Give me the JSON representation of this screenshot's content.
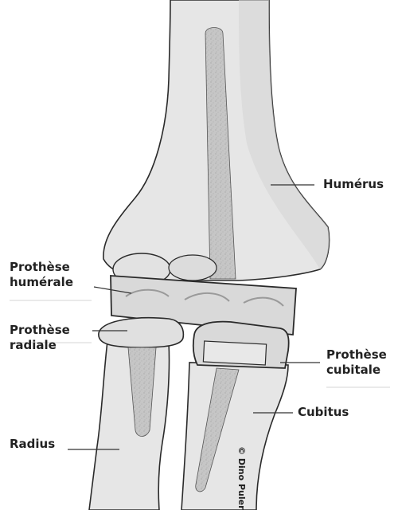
{
  "labels": {
    "humerus": "Humérus",
    "humeral_prosthesis_line1": "Prothèse",
    "humeral_prosthesis_line2": "humérale",
    "radial_prosthesis_line1": "Prothèse",
    "radial_prosthesis_line2": "radiale",
    "ulnar_prosthesis_line1": "Prothèse",
    "ulnar_prosthesis_line2": "cubitale",
    "ulna": "Cubitus",
    "radius": "Radius"
  },
  "credit": "© Dino Pulerà",
  "colors": {
    "bone_fill": "#e6e6e6",
    "bone_shade": "#cfcfcf",
    "outline": "#2a2a2a",
    "stem_fill": "#c2c2c2",
    "prosthesis_fill": "#d9d9d9",
    "leader_line": "#333333"
  }
}
